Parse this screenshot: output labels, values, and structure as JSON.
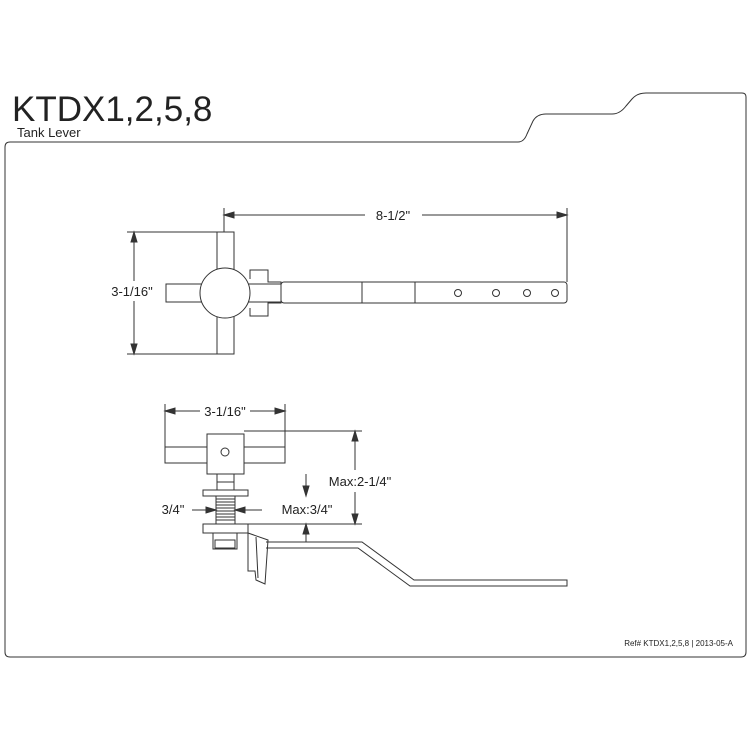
{
  "header": {
    "model": "KTDX1,2,5,8",
    "subtitle": "Tank Lever"
  },
  "top_view": {
    "overall_length": "8-1/2\"",
    "handle_height": "3-1/16\""
  },
  "side_view": {
    "handle_width": "3-1/16\"",
    "max_offset": "Max:2-1/4\"",
    "shank_diameter": "3/4\"",
    "max_wall": "Max:3/4\""
  },
  "footer": {
    "reference": "Ref# KTDX1,2,5,8 | 2013-05-A"
  }
}
